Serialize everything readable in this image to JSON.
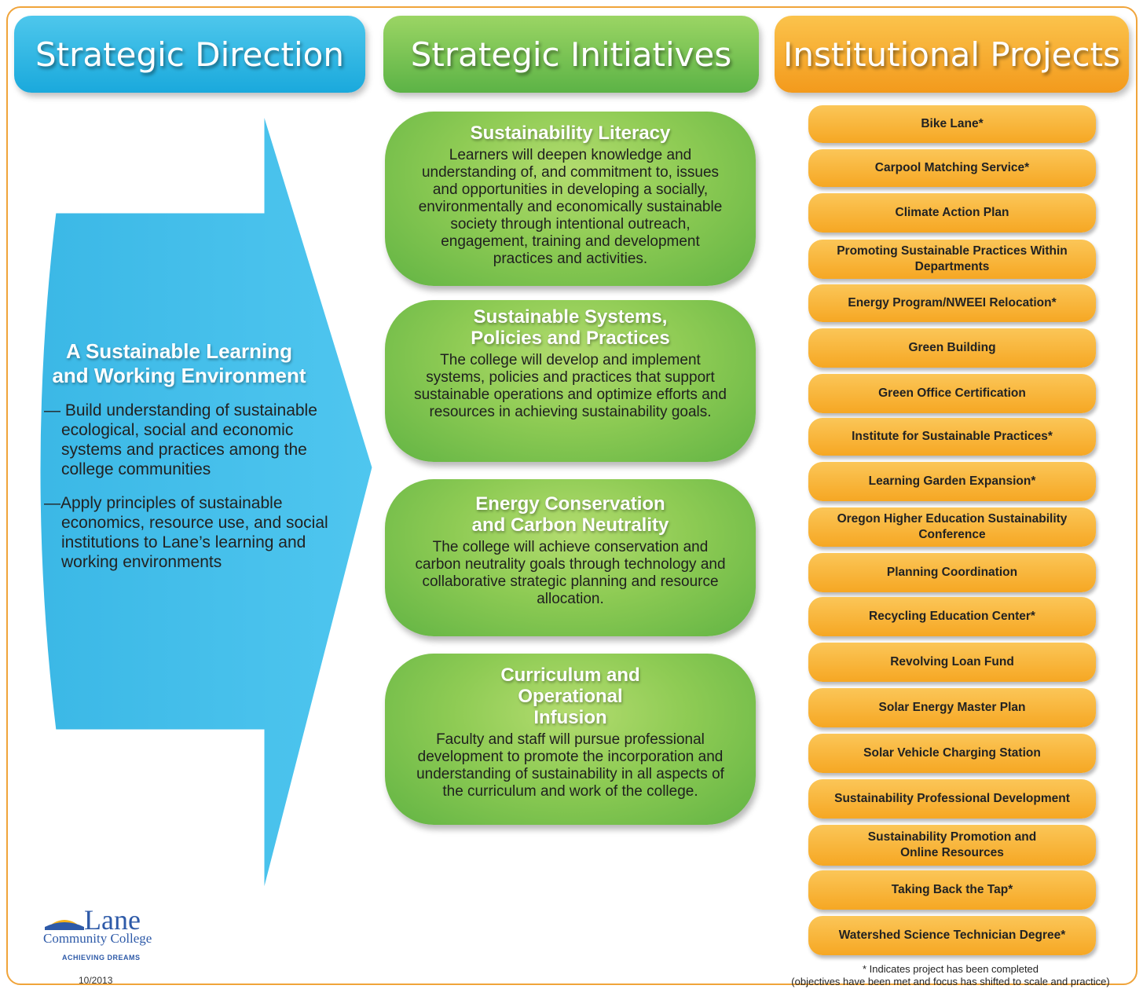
{
  "headers": {
    "direction": "Strategic Direction",
    "initiatives": "Strategic Initiatives",
    "projects": "Institutional Projects"
  },
  "direction": {
    "title_line1": "A Sustainable Learning",
    "title_line2": "and Working Environment",
    "items": [
      "— Build understanding of sustainable ecological, social and economic systems and practices among the college communities",
      "—Apply principles of sustainable economics, resource use, and social institutions to Lane’s learning and working environments"
    ]
  },
  "initiatives": [
    {
      "title": "Sustainability Literacy",
      "body": "Learners will deepen knowledge and understanding of, and commitment to, issues and opportunities in developing a socially, environmentally and economically sustainable society through intentional outreach, engagement, training and development practices and activities."
    },
    {
      "title": "Sustainable Systems, Policies and Practices",
      "body": "The college will develop and implement systems, policies and practices that support sustainable operations and optimize efforts and resources in achieving sustainability goals."
    },
    {
      "title": "Energy Conservation and Carbon Neutrality",
      "body": "The college will achieve conservation and carbon neutrality goals through technology and collaborative strategic planning and resource allocation."
    },
    {
      "title": "Curriculum and Operational Infusion",
      "body": "Faculty and staff will pursue professional development to promote the incorporation and understanding of sustainability in all aspects of the curriculum and work of the college."
    }
  ],
  "projects": [
    "Bike Lane*",
    "Carpool Matching Service*",
    "Climate Action Plan",
    "Promoting Sustainable Practices Within Departments",
    "Energy Program/NWEEI Relocation*",
    "Green Building",
    "Green Office Certification",
    "Institute for Sustainable Practices*",
    "Learning Garden Expansion*",
    "Oregon Higher Education Sustainability Conference",
    "Planning Coordination",
    "Recycling Education Center*",
    "Revolving Loan Fund",
    "Solar Energy Master Plan",
    "Solar Vehicle Charging Station",
    "Sustainability Professional Development",
    "Sustainability Promotion and Online Resources",
    "Taking Back the Tap*",
    "Watershed Science Technician Degree*"
  ],
  "logo": {
    "name": "Lane",
    "subtitle": "Community College",
    "tagline": "ACHIEVING DREAMS"
  },
  "date": "10/2013",
  "footnote": {
    "line1": "* Indicates project has been completed",
    "line2": "(objectives have been met and focus has shifted to scale and practice)"
  },
  "colors": {
    "direction": "#1aa9dc",
    "initiatives": "#5cb346",
    "projects": "#f6a723",
    "frame": "#f0a43a"
  }
}
